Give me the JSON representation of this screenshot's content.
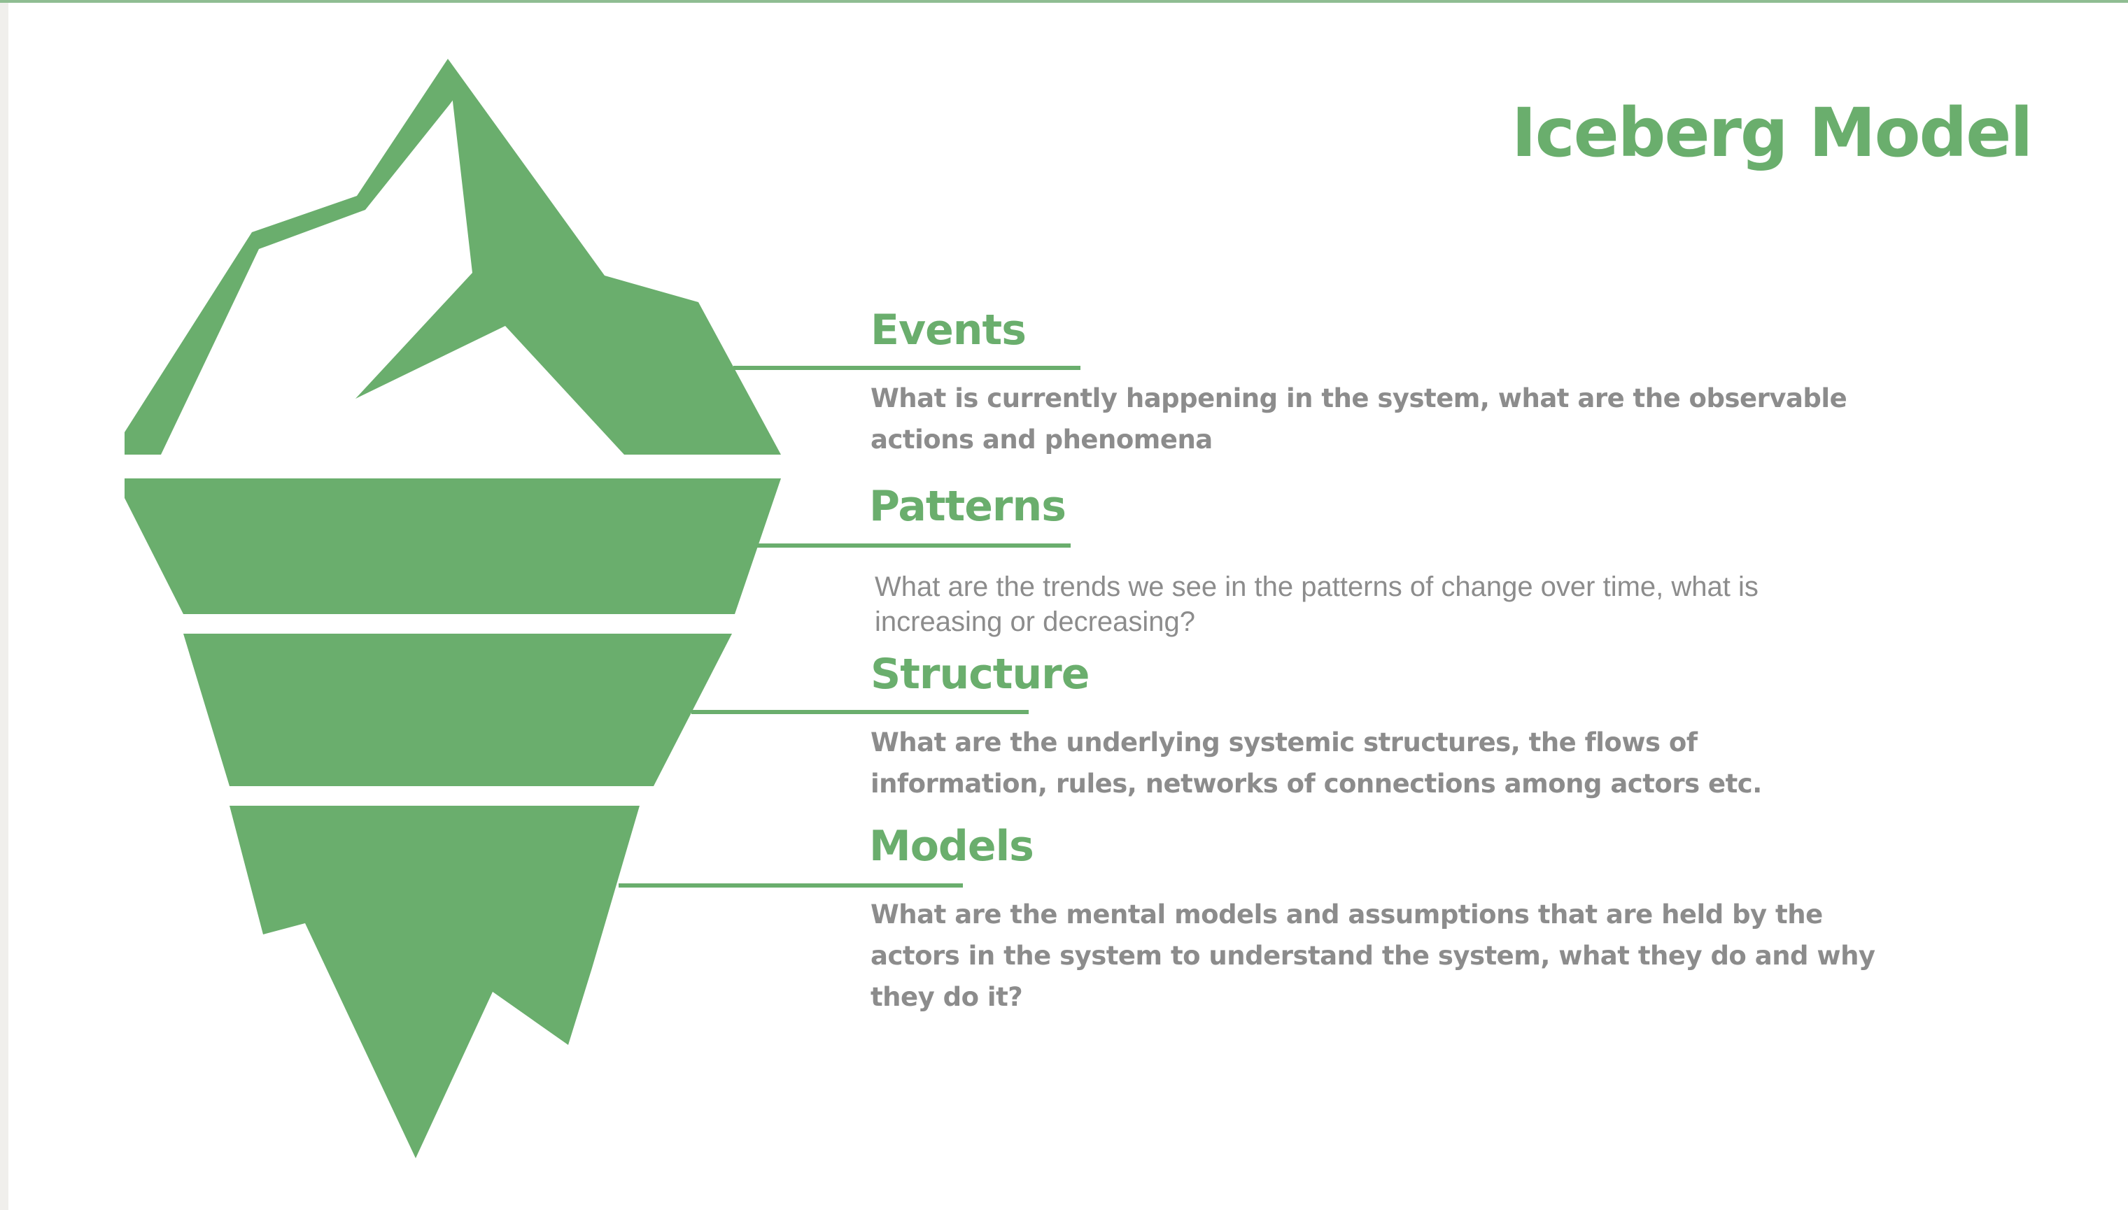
{
  "title": "Iceberg Model",
  "levels": [
    {
      "heading": "Events",
      "description": "What is currently happening in the system, what are the observable actions and phenomena"
    },
    {
      "heading": "Patterns",
      "description": "What are the trends we see in the patterns of change over time, what is increasing or decreasing?"
    },
    {
      "heading": "Structure",
      "description": "What are the underlying systemic structures, the flows of information, rules, networks of connections among actors etc."
    },
    {
      "heading": "Models",
      "description": "What are the mental models and assumptions that are held by the actors in the system to understand the system, what they do and why they do it?"
    }
  ],
  "colors": {
    "accent": "#6aae6d",
    "text_gray": "#8c8c8c",
    "background": "#ffffff"
  },
  "icons": [
    "iceberg-icon"
  ]
}
